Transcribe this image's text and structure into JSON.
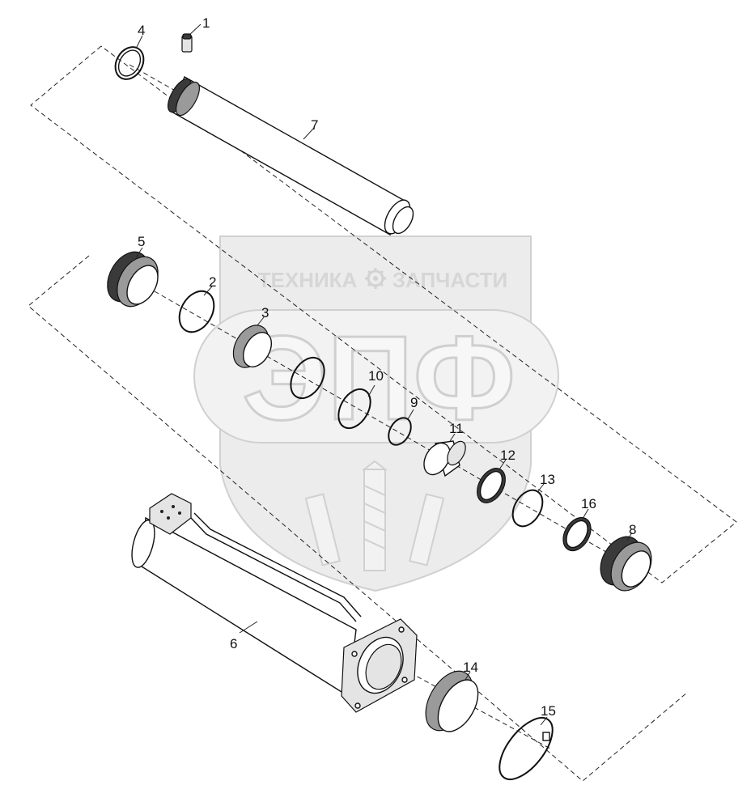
{
  "watermark": {
    "line1_left": "ТЕХНИКА",
    "line1_right": "ЗАПЧАСТИ",
    "logo": "ЭПФ",
    "gear_icon": "gear-icon",
    "wheat_icon": "wheat-icon"
  },
  "callouts": {
    "p1": "1",
    "p2": "2",
    "p3": "3",
    "p4": "4",
    "p5": "5",
    "p6": "6",
    "p7": "7",
    "p8": "8",
    "p9": "9",
    "p10": "10",
    "p11": "11",
    "p12": "12",
    "p13": "13",
    "p14": "14",
    "p15": "15",
    "p16": "16"
  }
}
